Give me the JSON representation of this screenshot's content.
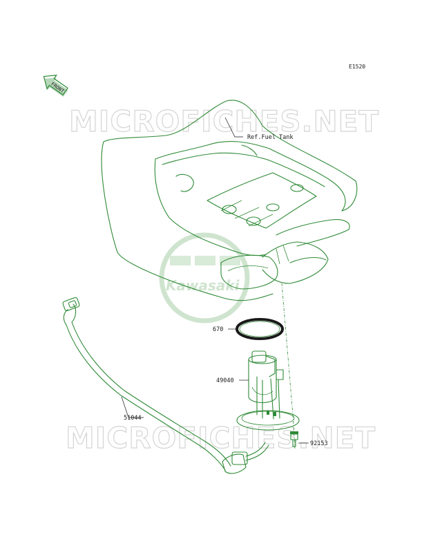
{
  "diagram_code": "E1520",
  "direction_label": "FRONT",
  "watermark_text": "MICROFICHES.NET",
  "logo_text": "Kawasaki",
  "reference_label": "Ref.Fuel Tank",
  "parts": [
    {
      "number": "670"
    },
    {
      "number": "49040"
    },
    {
      "number": "51044"
    },
    {
      "number": "92153"
    }
  ],
  "colors": {
    "line_art": "#2e8a36",
    "logo_fill": "#cfe3cf",
    "watermark": "#d4d4d4",
    "text": "#1a1a1a"
  }
}
